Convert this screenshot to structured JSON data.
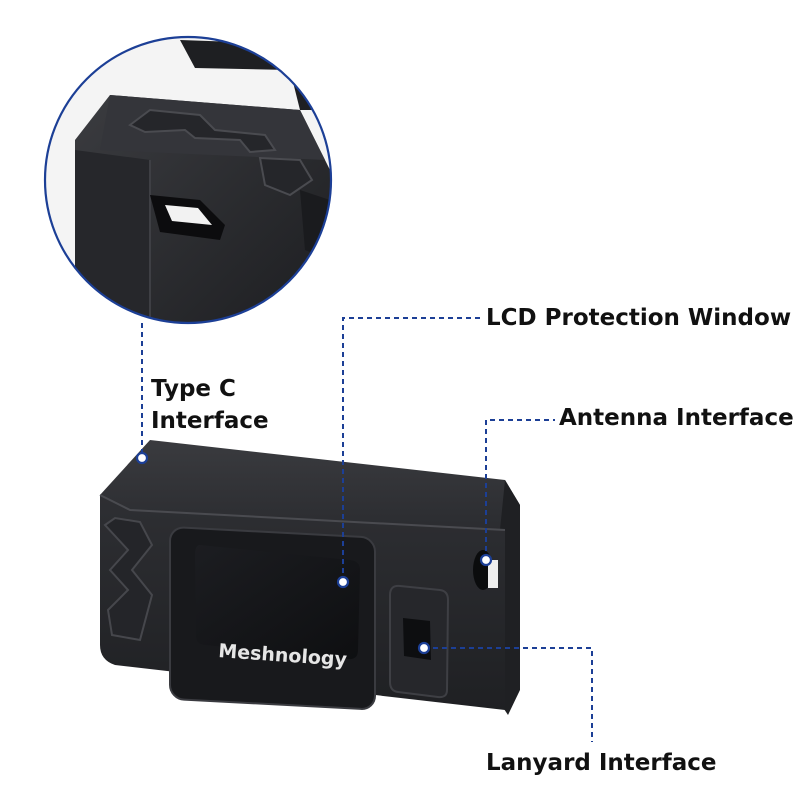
{
  "product": {
    "brand_text": "Meshnology",
    "body_color": "#2a2b2e",
    "screen_color": "#141518",
    "inset_color": "#1b1c1f"
  },
  "callouts": {
    "line_color": "#1c3f96",
    "lcd_window": "LCD Protection Window",
    "antenna": "Antenna Interface",
    "lanyard": "Lanyard Interface",
    "type_c_line1": "Type C",
    "type_c_line2": "Interface"
  },
  "zoom_circle": {
    "border_color": "#1c3f96"
  }
}
